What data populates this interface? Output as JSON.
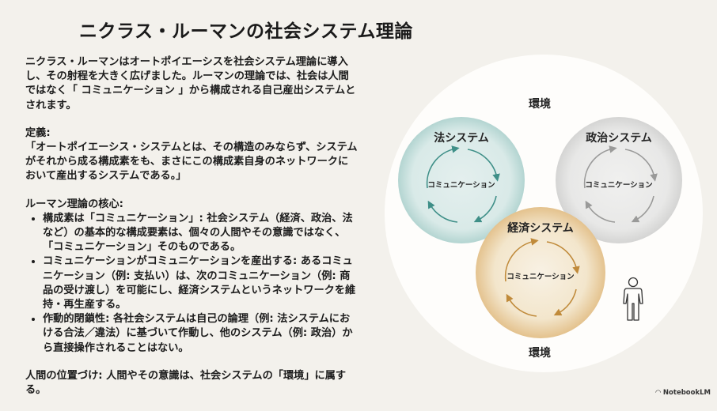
{
  "title": "ニクラス・ルーマンの社会システム理論",
  "intro": "ニクラス・ルーマンはオートポイエーシスを社会システム理論に導入し、その射程を大きく広げました。ルーマンの理論では、社会は人間ではなく「 コミュニケーション 」から構成される自己産出システムとされます。",
  "definition": {
    "label": "定義:",
    "text": "「オートポイエーシス・システムとは、その構造のみならず、システムがそれから成る構成素をも、まさにこの構成素自身のネットワークにおいて産出するシステムである。」"
  },
  "core": {
    "label": "ルーマン理論の核心:",
    "bullets": [
      "構成素は「コミュニケーション」: 社会システム（経済、政治、法など）の基本的な構成要素は、個々の人間やその意識ではなく、「コミュニケーション」そのものである。",
      "コミュニケーションがコミュニケーションを産出する: あるコミュニケーション（例: 支払い）は、次のコミュニケーション（例: 商品の受け渡し）を可能にし、経済システムというネットワークを維持・再生産する。",
      "作動的閉鎖性: 各社会システムは自己の論理（例: 法システムにおける合法／違法）に基づいて作動し、他のシステム（例: 政治）から直接操作されることはない。"
    ]
  },
  "human": "人間の位置づけ: 人間やその意識は、社会システムの「環境」に属する。",
  "diagram": {
    "env_top": "環境",
    "env_bottom": "環境",
    "ring_label": "コミュニケーション",
    "systems": {
      "law": {
        "title": "法システム",
        "center": "コミュニケーション",
        "color": "#3f8f88"
      },
      "politics": {
        "title": "政治システム",
        "center": "コミュニケーション",
        "color": "#9a9a99"
      },
      "economy": {
        "title": "経済システム",
        "center": "コミュニケーション",
        "color": "#c08a3a"
      }
    },
    "person_icon": "person-icon"
  },
  "brand": "NotebookLM"
}
